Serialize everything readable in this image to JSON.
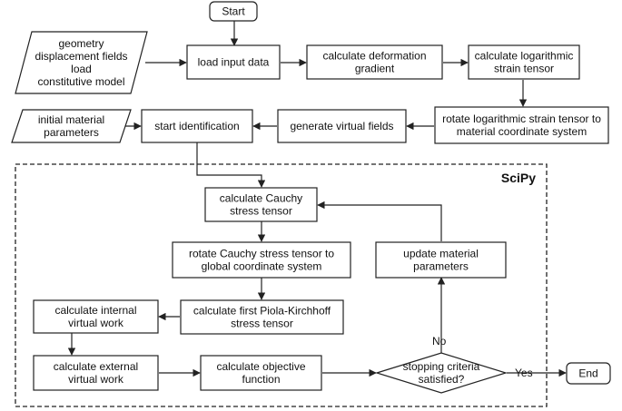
{
  "frame_label": "SciPy",
  "nodes": {
    "start": {
      "lines": [
        "Start"
      ]
    },
    "inputs": {
      "lines": [
        "geometry",
        "displacement fields",
        "load",
        "constitutive model"
      ]
    },
    "load": {
      "lines": [
        "load input data"
      ]
    },
    "deform": {
      "lines": [
        "calculate deformation",
        "gradient"
      ]
    },
    "logstrain": {
      "lines": [
        "calculate logarithmic",
        "strain tensor"
      ]
    },
    "init_params": {
      "lines": [
        "initial material",
        "parameters"
      ]
    },
    "start_id": {
      "lines": [
        "start identification"
      ]
    },
    "virtual_fields": {
      "lines": [
        "generate virtual fields"
      ]
    },
    "rotate_log": {
      "lines": [
        "rotate logarithmic strain tensor to",
        "material coordinate system"
      ]
    },
    "cauchy": {
      "lines": [
        "calculate Cauchy",
        "stress tensor"
      ]
    },
    "rotate_cauchy": {
      "lines": [
        "rotate Cauchy stress tensor to",
        "global coordinate system"
      ]
    },
    "update": {
      "lines": [
        "update material",
        "parameters"
      ]
    },
    "piola": {
      "lines": [
        "calculate first Piola-Kirchhoff",
        "stress tensor"
      ]
    },
    "internal": {
      "lines": [
        "calculate internal",
        "virtual work"
      ]
    },
    "external": {
      "lines": [
        "calculate external",
        "virtual work"
      ]
    },
    "objective": {
      "lines": [
        "calculate objective",
        "function"
      ]
    },
    "stopping": {
      "lines": [
        "stopping criteria",
        "satisfied?"
      ]
    },
    "end": {
      "lines": [
        "End"
      ]
    }
  },
  "edge_labels": {
    "yes": "Yes",
    "no": "No"
  }
}
